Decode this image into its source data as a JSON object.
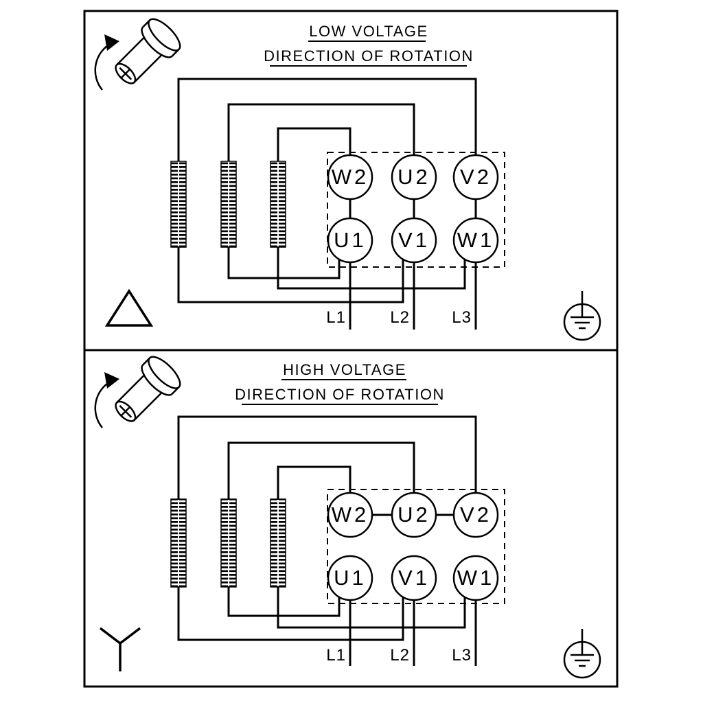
{
  "colors": {
    "background": "#ffffff",
    "line": "#000000"
  },
  "panels": [
    {
      "name": "low-voltage",
      "title": "LOW VOLTAGE",
      "subtitle": "DIRECTION OF ROTATION",
      "winding_connection_icon": "delta-icon",
      "ground_icon": "earth-ground-icon",
      "rotation_icon": "shaft-rotation-icon",
      "terminals_top": [
        "W2",
        "U2",
        "V2"
      ],
      "terminals_bottom": [
        "U1",
        "V1",
        "W1"
      ],
      "leads": [
        "L1",
        "L2",
        "L3"
      ]
    },
    {
      "name": "high-voltage",
      "title": "HIGH VOLTAGE",
      "subtitle": "DIRECTION OF ROTATION",
      "winding_connection_icon": "wye-icon",
      "ground_icon": "earth-ground-icon",
      "rotation_icon": "shaft-rotation-icon",
      "terminals_top": [
        "W2",
        "U2",
        "V2"
      ],
      "terminals_bottom": [
        "U1",
        "V1",
        "W1"
      ],
      "leads": [
        "L1",
        "L2",
        "L3"
      ]
    }
  ]
}
